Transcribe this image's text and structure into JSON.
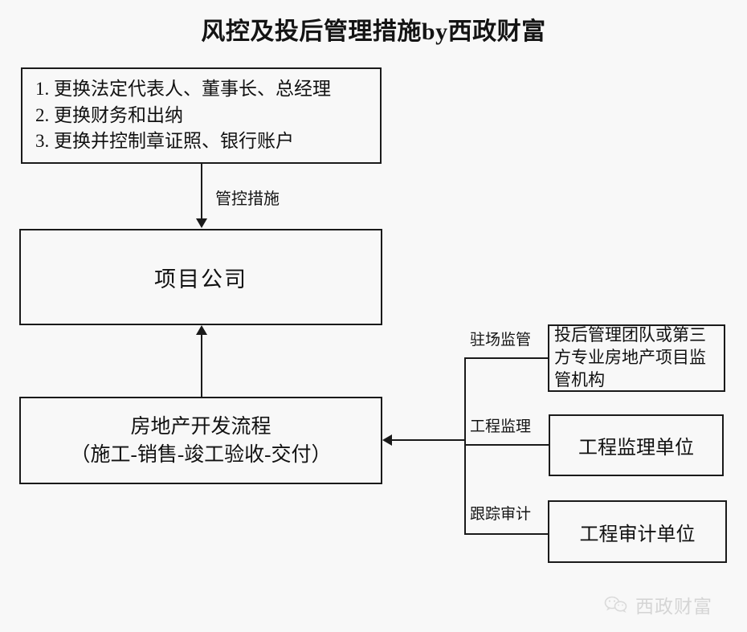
{
  "title": "风控及投后管理措施by西政财富",
  "boxes": {
    "measures": {
      "items": [
        "1. 更换法定代表人、董事长、总经理",
        "2. 更换财务和出纳",
        "3. 更换并控制章证照、银行账户"
      ]
    },
    "project_company": {
      "label": "项目公司"
    },
    "development_process": {
      "line1": "房地产开发流程",
      "line2": "（施工-销售-竣工验收-交付）"
    },
    "supervision_team": {
      "label": "投后管理团队或第三方专业房地产项目监管机构"
    },
    "engineering_supervision_unit": {
      "label": "工程监理单位"
    },
    "audit_unit": {
      "label": "工程审计单位"
    }
  },
  "connectors": {
    "control_measures": "管控措施",
    "onsite_supervision": "驻场监管",
    "engineering_supervision": "工程监理",
    "audit_tracking": "跟踪审计"
  },
  "watermark": {
    "icon": "wechat-icon",
    "text": "西政财富"
  },
  "colors": {
    "background": "#f8f8f8",
    "stroke": "#1a1a1a",
    "text": "#111111",
    "watermark": "#b9b9b9"
  }
}
